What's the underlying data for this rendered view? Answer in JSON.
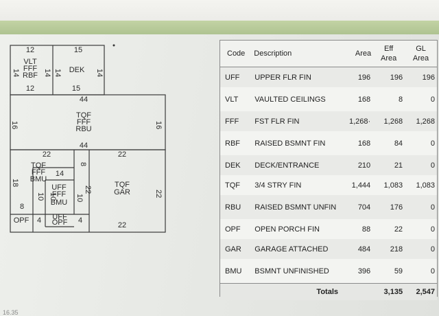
{
  "table": {
    "headers": {
      "code": "Code",
      "description": "Description",
      "area": "Area",
      "eff_area_1": "Eff",
      "eff_area_2": "Area",
      "gl_area_1": "GL",
      "gl_area_2": "Area"
    },
    "rows": [
      {
        "code": "UFF",
        "description": "UPPER FLR FIN",
        "area": "196",
        "eff_area": "196",
        "gl_area": "196"
      },
      {
        "code": "VLT",
        "description": "VAULTED CEILINGS",
        "area": "168",
        "eff_area": "8",
        "gl_area": "0"
      },
      {
        "code": "FFF",
        "description": "FST FLR FIN",
        "area": "1,268·",
        "eff_area": "1,268",
        "gl_area": "1,268"
      },
      {
        "code": "RBF",
        "description": "RAISED BSMNT FIN",
        "area": "168",
        "eff_area": "84",
        "gl_area": "0"
      },
      {
        "code": "DEK",
        "description": "DECK/ENTRANCE",
        "area": "210",
        "eff_area": "21",
        "gl_area": "0"
      },
      {
        "code": "TQF",
        "description": "3/4 STRY FIN",
        "area": "1,444",
        "eff_area": "1,083",
        "gl_area": "1,083"
      },
      {
        "code": "RBU",
        "description": "RAISED BSMNT UNFIN",
        "area": "704",
        "eff_area": "176",
        "gl_area": "0"
      },
      {
        "code": "OPF",
        "description": "OPEN PORCH FIN",
        "area": "88",
        "eff_area": "22",
        "gl_area": "0"
      },
      {
        "code": "GAR",
        "description": "GARAGE ATTACHED",
        "area": "484",
        "eff_area": "218",
        "gl_area": "0"
      },
      {
        "code": "BMU",
        "description": "BSMNT UNFINISHED",
        "area": "396",
        "eff_area": "59",
        "gl_area": "0"
      }
    ],
    "totals": {
      "label": "Totals",
      "eff_area": "3,135",
      "gl_area": "2,547"
    }
  },
  "sketch": {
    "top_rooms": {
      "dim_top_left": "12",
      "dim_top_right": "15",
      "left_label_1": "VLT",
      "left_label_2": "FFF",
      "left_label_3": "RBF",
      "dim_left_outer": "14",
      "dim_left_inner": "14",
      "dim_mid": "14",
      "dim_right_outer": "14",
      "right_label": "DEK",
      "dim_bottom_left": "12",
      "dim_bottom_right": "15"
    },
    "main_room": {
      "dim_top": "44",
      "dim_left": "16",
      "dim_right": "16",
      "label_1": "TQF",
      "label_2": "FFF",
      "label_3": "RBU",
      "dim_bottom": "44"
    },
    "lower": {
      "dim_top_left": "22",
      "dim_top_right": "22",
      "bmu_label_1": "TQF",
      "bmu_label_2": "FFF",
      "bmu_label_3": "BMU",
      "dim_bmu_left": "18",
      "dim_bmu_inner": "14",
      "dim_bmu_right": "8",
      "dim_small_left": "8",
      "dim_small_v1": "10",
      "dim_small_v2": "10",
      "inner_label_1": "UFF",
      "inner_label_2": "FFF",
      "inner_label_3": "BMU",
      "dim_inner_right": "10",
      "dim_inner_mid": "22",
      "gar_label_1": "TQF",
      "gar_label_2": "GAR",
      "dim_gar_right": "22",
      "opf_label": "OPF",
      "dim_opf_1": "4",
      "opf_label_2": "UFF",
      "opf_label_3": "OPF",
      "dim_opf_2": "4",
      "dim_bottom": "22"
    }
  },
  "footer_text": "16.35"
}
